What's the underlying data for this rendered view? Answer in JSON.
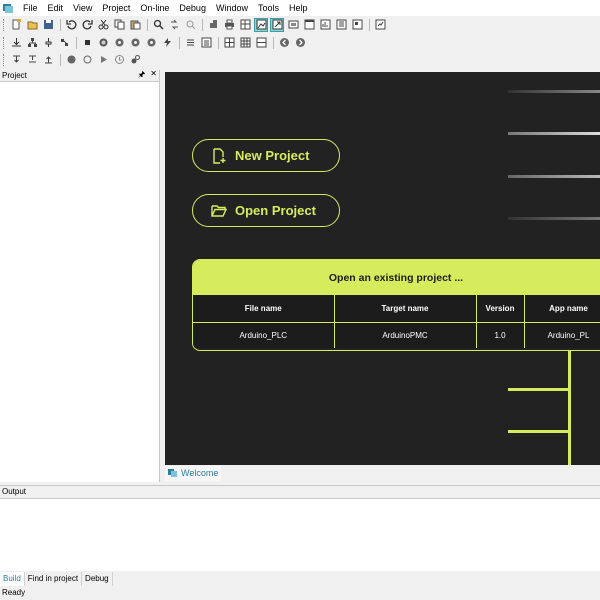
{
  "menu": [
    "File",
    "Edit",
    "View",
    "Project",
    "On-line",
    "Debug",
    "Window",
    "Tools",
    "Help"
  ],
  "project_panel": {
    "title": "Project"
  },
  "welcome": {
    "new_project_label": "New Project",
    "open_project_label": "Open Project",
    "recent": {
      "title": "Open an existing project ...",
      "columns": [
        "File name",
        "Target name",
        "Version",
        "App name"
      ],
      "rows": [
        [
          "Arduino_PLC",
          "ArduinoPMC",
          "1.0",
          "Arduino_PL"
        ]
      ]
    }
  },
  "editor_tab": {
    "label": "Welcome"
  },
  "output_panel": {
    "title": "Output"
  },
  "output_tabs": [
    "Build",
    "Find in project",
    "Debug"
  ],
  "status": {
    "text": "Ready"
  },
  "colors": {
    "accent": "#d6ec5c",
    "background": "#222222",
    "link": "#2a7fa4"
  },
  "icons": {
    "toolbar1": [
      "new-file-icon",
      "open-folder-icon",
      "save-icon",
      "undo-icon",
      "redo-icon",
      "cut-icon",
      "copy-icon",
      "paste-icon",
      "find-icon",
      "replace-icon",
      "find-in-files-icon",
      "compile-icon",
      "print-icon",
      "tile-icon",
      "image-icon",
      "window-icon",
      "layout-icon",
      "panel-icon",
      "chart-icon",
      "library-icon",
      "settings-icon"
    ],
    "toolbar2": [
      "download-icon",
      "tree-icon",
      "connect-icon",
      "plug-icon",
      "stop-icon",
      "run-icon",
      "gear-icon",
      "gear-icon",
      "gear-icon",
      "lightning-icon",
      "list-icon",
      "list-icon",
      "grid-icon",
      "grid-icon",
      "grid-icon",
      "back-icon",
      "forward-icon"
    ],
    "toolbar3": [
      "step-icon",
      "step-icon",
      "step-icon",
      "breakpoint-icon",
      "circle-icon",
      "play-icon",
      "watch-icon",
      "variable-icon"
    ]
  }
}
